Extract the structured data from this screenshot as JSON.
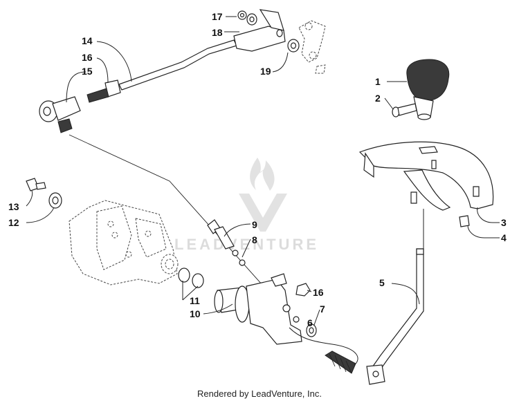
{
  "footer": "Rendered by LeadVenture, Inc.",
  "watermark": "LEADVENTURE",
  "callouts": {
    "c1": "1",
    "c2": "2",
    "c3": "3",
    "c4": "4",
    "c5": "5",
    "c6": "6",
    "c7": "7",
    "c8": "8",
    "c9": "9",
    "c10": "10",
    "c11": "11",
    "c12": "12",
    "c13": "13",
    "c14": "14",
    "c15": "15",
    "c16a": "16",
    "c16b": "16",
    "c17": "17",
    "c18": "18",
    "c19": "19"
  }
}
